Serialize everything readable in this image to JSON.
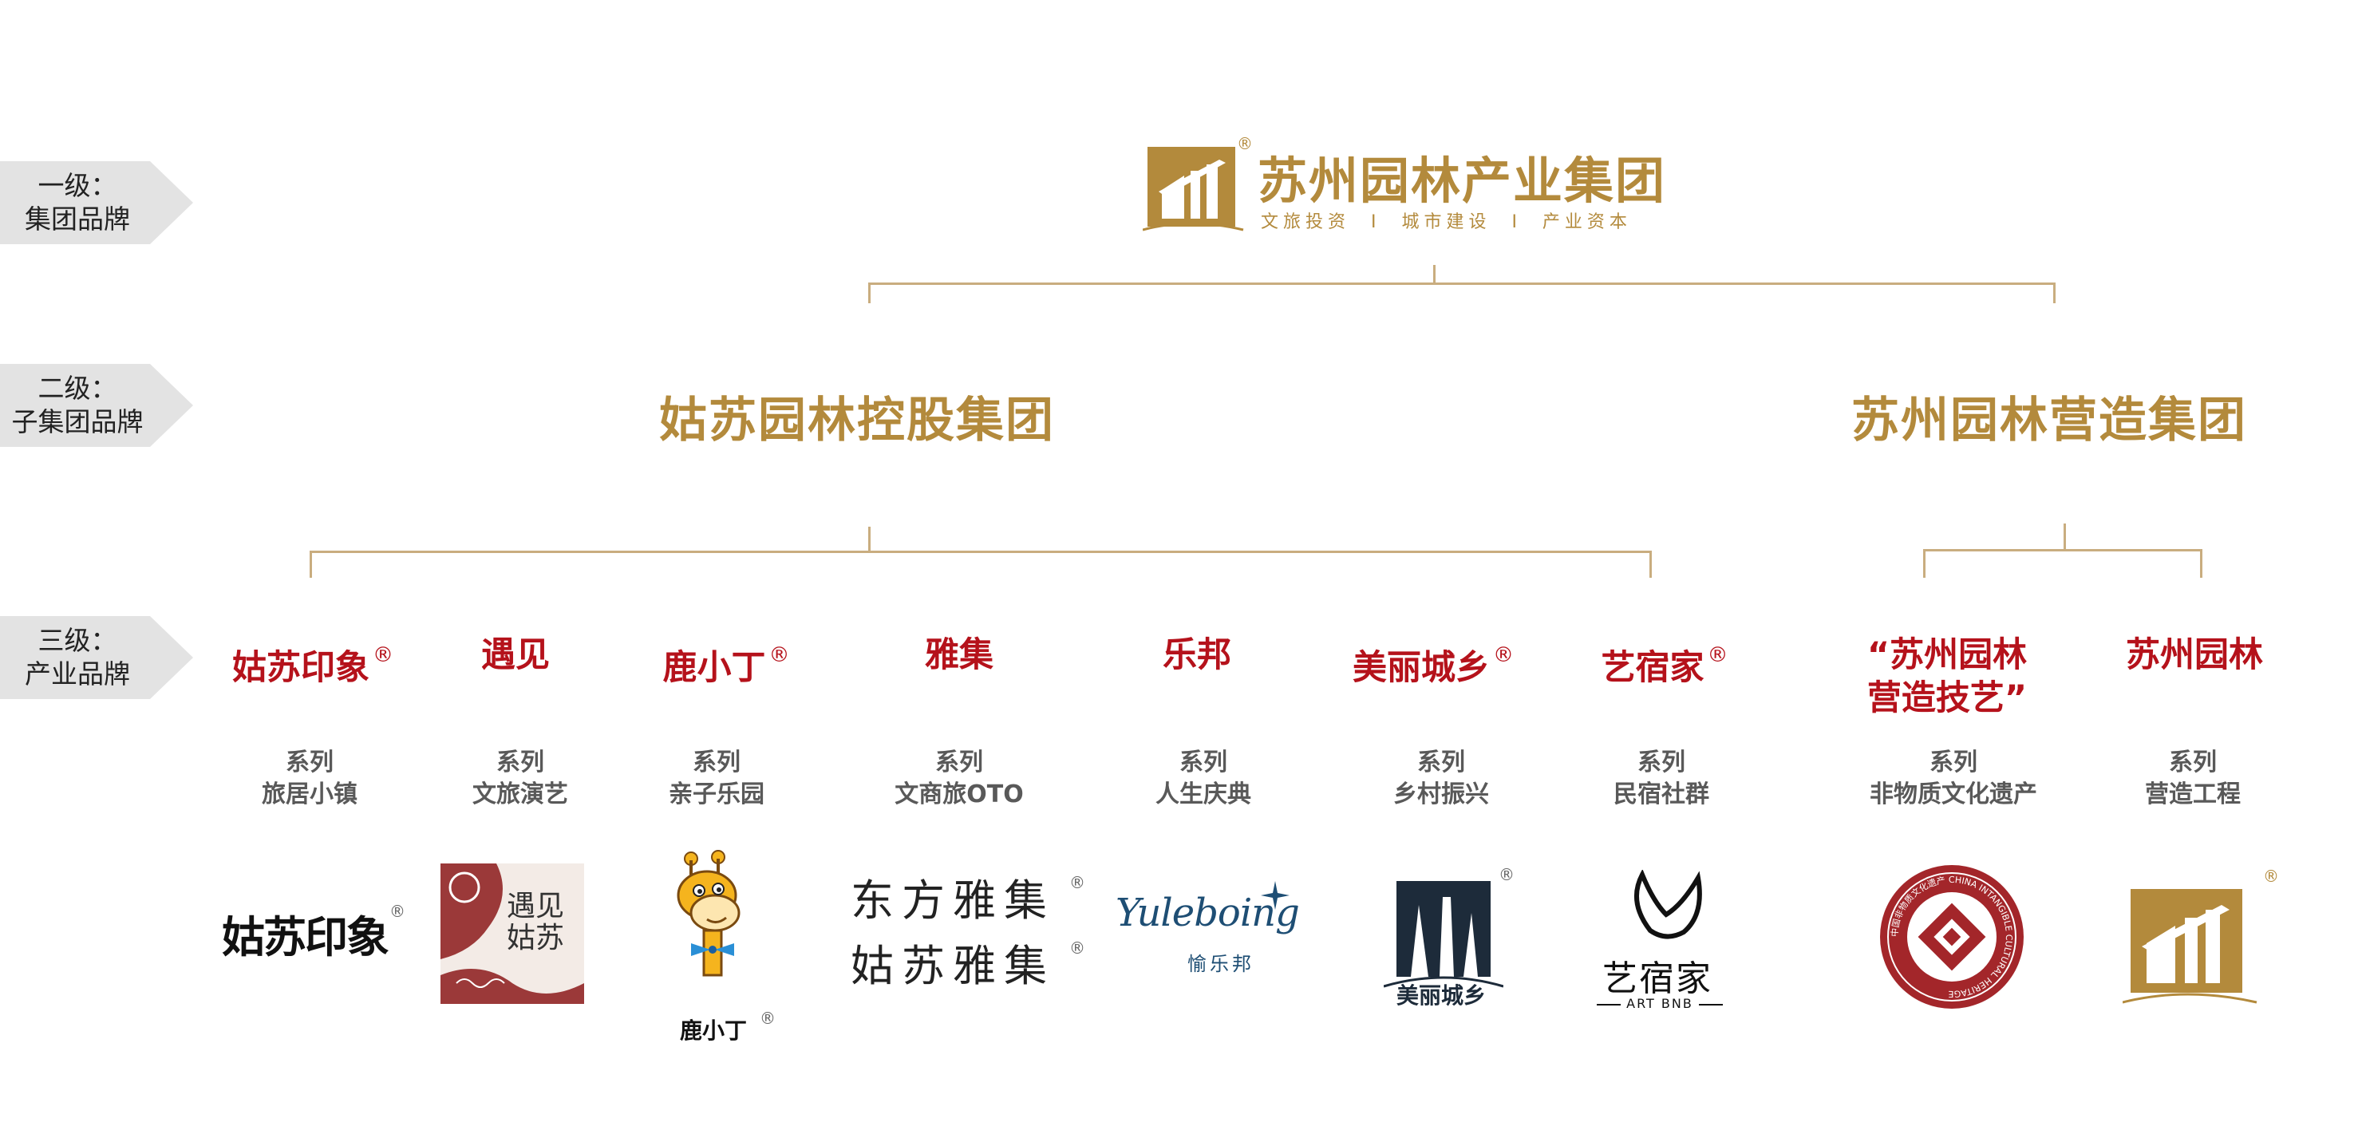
{
  "levels": [
    {
      "line1": "一级：",
      "line2": "集团品牌"
    },
    {
      "line1": "二级：",
      "line2": "子集团品牌"
    },
    {
      "line1": "三级：",
      "line2": "产业品牌"
    }
  ],
  "group": {
    "name": "苏州园林产业集团",
    "tagline": "文旅投资  I  城市建设  I  产业资本",
    "reg_mark": "®"
  },
  "subgroups": [
    "姑苏园林控股集团",
    "苏州园林营造集团"
  ],
  "brands": [
    {
      "name": "姑苏印象",
      "reg": "®",
      "series": "系列",
      "category": "旅居小镇",
      "logo_text": "姑苏印象",
      "logo_reg": "®"
    },
    {
      "name": "遇见",
      "reg": "",
      "series": "系列",
      "category": "文旅演艺",
      "logo_text": "遇见姑苏"
    },
    {
      "name": "鹿小丁",
      "reg": "®",
      "series": "系列",
      "category": "亲子乐园",
      "logo_text": "鹿小丁",
      "logo_reg": "®"
    },
    {
      "name": "雅集",
      "reg": "",
      "series": "系列",
      "category": "文商旅OTO",
      "logo_text_1": "东方雅集",
      "logo_text_2": "姑苏雅集",
      "logo_reg": "®"
    },
    {
      "name": "乐邦",
      "reg": "",
      "series": "系列",
      "category": "人生庆典",
      "logo_text_1": "Yuleboing",
      "logo_text_2": "愉乐邦"
    },
    {
      "name": "美丽城乡",
      "reg": "®",
      "series": "系列",
      "category": "乡村振兴",
      "logo_text": "美丽城乡",
      "logo_reg": "®"
    },
    {
      "name": "艺宿家",
      "reg": "®",
      "series": "系列",
      "category": "民宿社群",
      "logo_text": "艺宿家",
      "logo_sub": "ART BNB"
    },
    {
      "name_line1": "“苏州园林",
      "name_line2": "营造技艺”",
      "series": "系列",
      "category": "非物质文化遗产",
      "logo_ring": "中国非物质文化遗产  CHINA INTANGIBLE CULTURAL HERITAGE"
    },
    {
      "name": "苏州园林",
      "reg": "",
      "series": "系列",
      "category": "营造工程",
      "logo_reg": "®"
    }
  ],
  "colors": {
    "gold": "#b38a3c",
    "red": "#b5121b",
    "line": "#c9ad7f",
    "tag_bg": "#e3e3e3"
  }
}
